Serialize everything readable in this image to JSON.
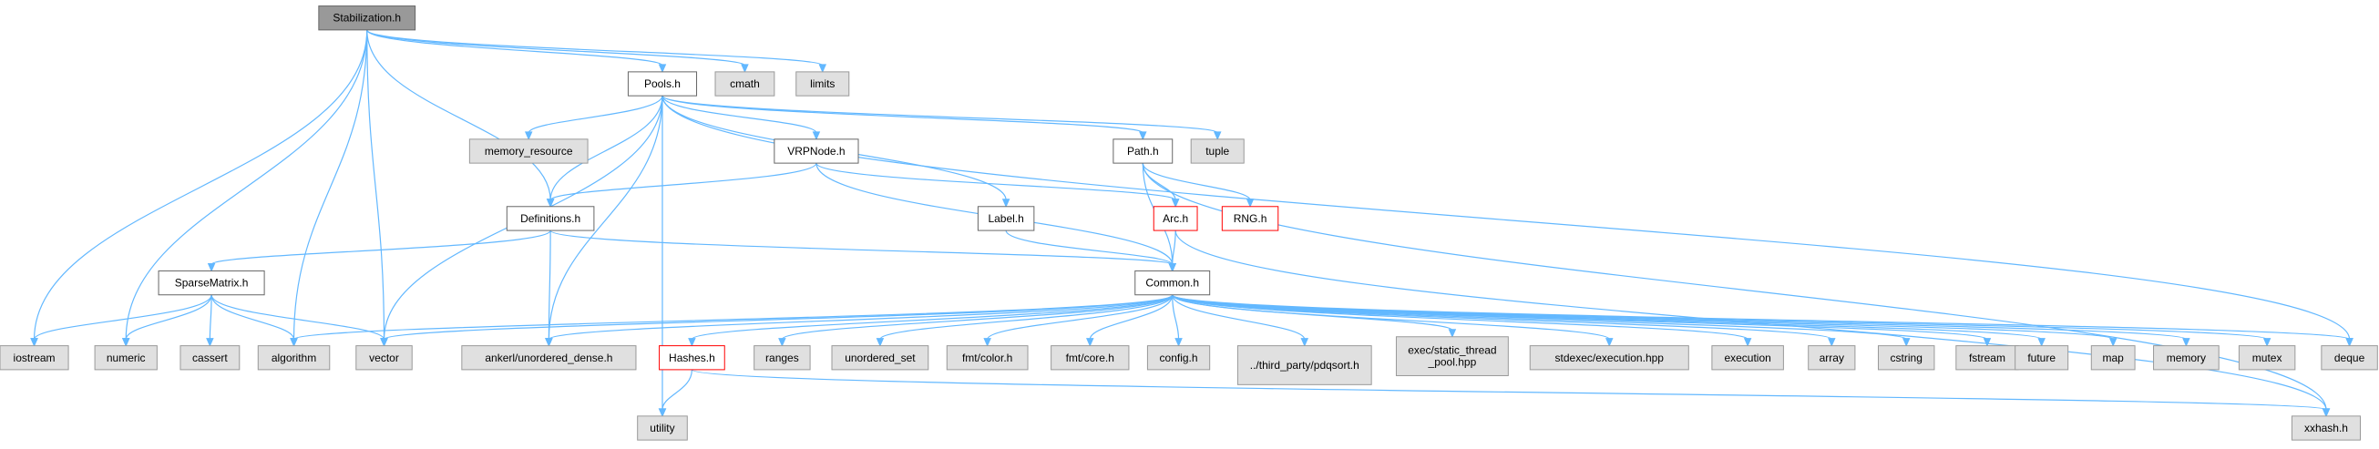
{
  "title": "Stabilization.h",
  "colors": {
    "edge": "#63b8ff",
    "root_fill": "#999999",
    "file_fill": "#ffffff",
    "file_border": "#666666",
    "red_border": "#ff0000",
    "system_fill": "#e0e0e0",
    "system_border": "#999999"
  },
  "nodes": {
    "stab": {
      "label": "Stabilization.h",
      "kind": "root"
    },
    "pools": {
      "label": "Pools.h",
      "kind": "file"
    },
    "cmath": {
      "label": "cmath",
      "kind": "system"
    },
    "limits": {
      "label": "limits",
      "kind": "system"
    },
    "memres": {
      "label": "memory_resource",
      "kind": "system"
    },
    "vrpnode": {
      "label": "VRPNode.h",
      "kind": "file"
    },
    "path": {
      "label": "Path.h",
      "kind": "file"
    },
    "tuple": {
      "label": "tuple",
      "kind": "system"
    },
    "defs": {
      "label": "Definitions.h",
      "kind": "file"
    },
    "label": {
      "label": "Label.h",
      "kind": "file"
    },
    "arc": {
      "label": "Arc.h",
      "kind": "red"
    },
    "rng": {
      "label": "RNG.h",
      "kind": "red"
    },
    "sparse": {
      "label": "SparseMatrix.h",
      "kind": "file"
    },
    "common": {
      "label": "Common.h",
      "kind": "file"
    },
    "iostream": {
      "label": "iostream",
      "kind": "system"
    },
    "numeric": {
      "label": "numeric",
      "kind": "system"
    },
    "cassert": {
      "label": "cassert",
      "kind": "system"
    },
    "algorithm": {
      "label": "algorithm",
      "kind": "system"
    },
    "vector": {
      "label": "vector",
      "kind": "system"
    },
    "ankerl": {
      "label": "ankerl/unordered_dense.h",
      "kind": "system"
    },
    "hashes": {
      "label": "Hashes.h",
      "kind": "red"
    },
    "ranges": {
      "label": "ranges",
      "kind": "system"
    },
    "uset": {
      "label": "unordered_set",
      "kind": "system"
    },
    "fmtcolor": {
      "label": "fmt/color.h",
      "kind": "system"
    },
    "fmtcore": {
      "label": "fmt/core.h",
      "kind": "system"
    },
    "config": {
      "label": "config.h",
      "kind": "system"
    },
    "pdqsort": {
      "label": "../third_party/pdqsort.h",
      "kind": "system"
    },
    "execstatic": {
      "label": "exec/static_thread_pool.hpp",
      "lines": [
        "exec/static_thread",
        "_pool.hpp"
      ],
      "kind": "system"
    },
    "stdexec": {
      "label": "stdexec/execution.hpp",
      "kind": "system"
    },
    "execution": {
      "label": "execution",
      "kind": "system"
    },
    "array": {
      "label": "array",
      "kind": "system"
    },
    "cstring": {
      "label": "cstring",
      "kind": "system"
    },
    "fstream": {
      "label": "fstream",
      "kind": "system"
    },
    "future": {
      "label": "future",
      "kind": "system"
    },
    "map": {
      "label": "map",
      "kind": "system"
    },
    "memory": {
      "label": "memory",
      "kind": "system"
    },
    "mutex": {
      "label": "mutex",
      "kind": "system"
    },
    "deque": {
      "label": "deque",
      "kind": "system"
    },
    "utility": {
      "label": "utility",
      "kind": "system"
    },
    "xxhash": {
      "label": "xxhash.h",
      "kind": "system"
    }
  },
  "edges": [
    [
      "stab",
      "pools"
    ],
    [
      "stab",
      "cmath"
    ],
    [
      "stab",
      "limits"
    ],
    [
      "stab",
      "defs"
    ],
    [
      "stab",
      "iostream"
    ],
    [
      "stab",
      "numeric"
    ],
    [
      "stab",
      "algorithm"
    ],
    [
      "stab",
      "vector"
    ],
    [
      "pools",
      "memres"
    ],
    [
      "pools",
      "vrpnode"
    ],
    [
      "pools",
      "path"
    ],
    [
      "pools",
      "tuple"
    ],
    [
      "pools",
      "defs"
    ],
    [
      "pools",
      "label"
    ],
    [
      "pools",
      "vector"
    ],
    [
      "pools",
      "ankerl"
    ],
    [
      "pools",
      "utility"
    ],
    [
      "pools",
      "deque"
    ],
    [
      "vrpnode",
      "defs"
    ],
    [
      "vrpnode",
      "arc"
    ],
    [
      "vrpnode",
      "common"
    ],
    [
      "path",
      "arc"
    ],
    [
      "path",
      "rng"
    ],
    [
      "path",
      "common"
    ],
    [
      "path",
      "xxhash"
    ],
    [
      "defs",
      "sparse"
    ],
    [
      "defs",
      "common"
    ],
    [
      "defs",
      "ankerl"
    ],
    [
      "label",
      "common"
    ],
    [
      "arc",
      "common"
    ],
    [
      "arc",
      "xxhash"
    ],
    [
      "sparse",
      "iostream"
    ],
    [
      "sparse",
      "numeric"
    ],
    [
      "sparse",
      "cassert"
    ],
    [
      "sparse",
      "algorithm"
    ],
    [
      "sparse",
      "vector"
    ],
    [
      "common",
      "algorithm"
    ],
    [
      "common",
      "vector"
    ],
    [
      "common",
      "ankerl"
    ],
    [
      "common",
      "hashes"
    ],
    [
      "common",
      "ranges"
    ],
    [
      "common",
      "uset"
    ],
    [
      "common",
      "fmtcolor"
    ],
    [
      "common",
      "fmtcore"
    ],
    [
      "common",
      "config"
    ],
    [
      "common",
      "pdqsort"
    ],
    [
      "common",
      "execstatic"
    ],
    [
      "common",
      "stdexec"
    ],
    [
      "common",
      "execution"
    ],
    [
      "common",
      "array"
    ],
    [
      "common",
      "cstring"
    ],
    [
      "common",
      "fstream"
    ],
    [
      "common",
      "future"
    ],
    [
      "common",
      "map"
    ],
    [
      "common",
      "memory"
    ],
    [
      "common",
      "mutex"
    ],
    [
      "common",
      "deque"
    ],
    [
      "hashes",
      "utility"
    ],
    [
      "hashes",
      "xxhash"
    ]
  ]
}
